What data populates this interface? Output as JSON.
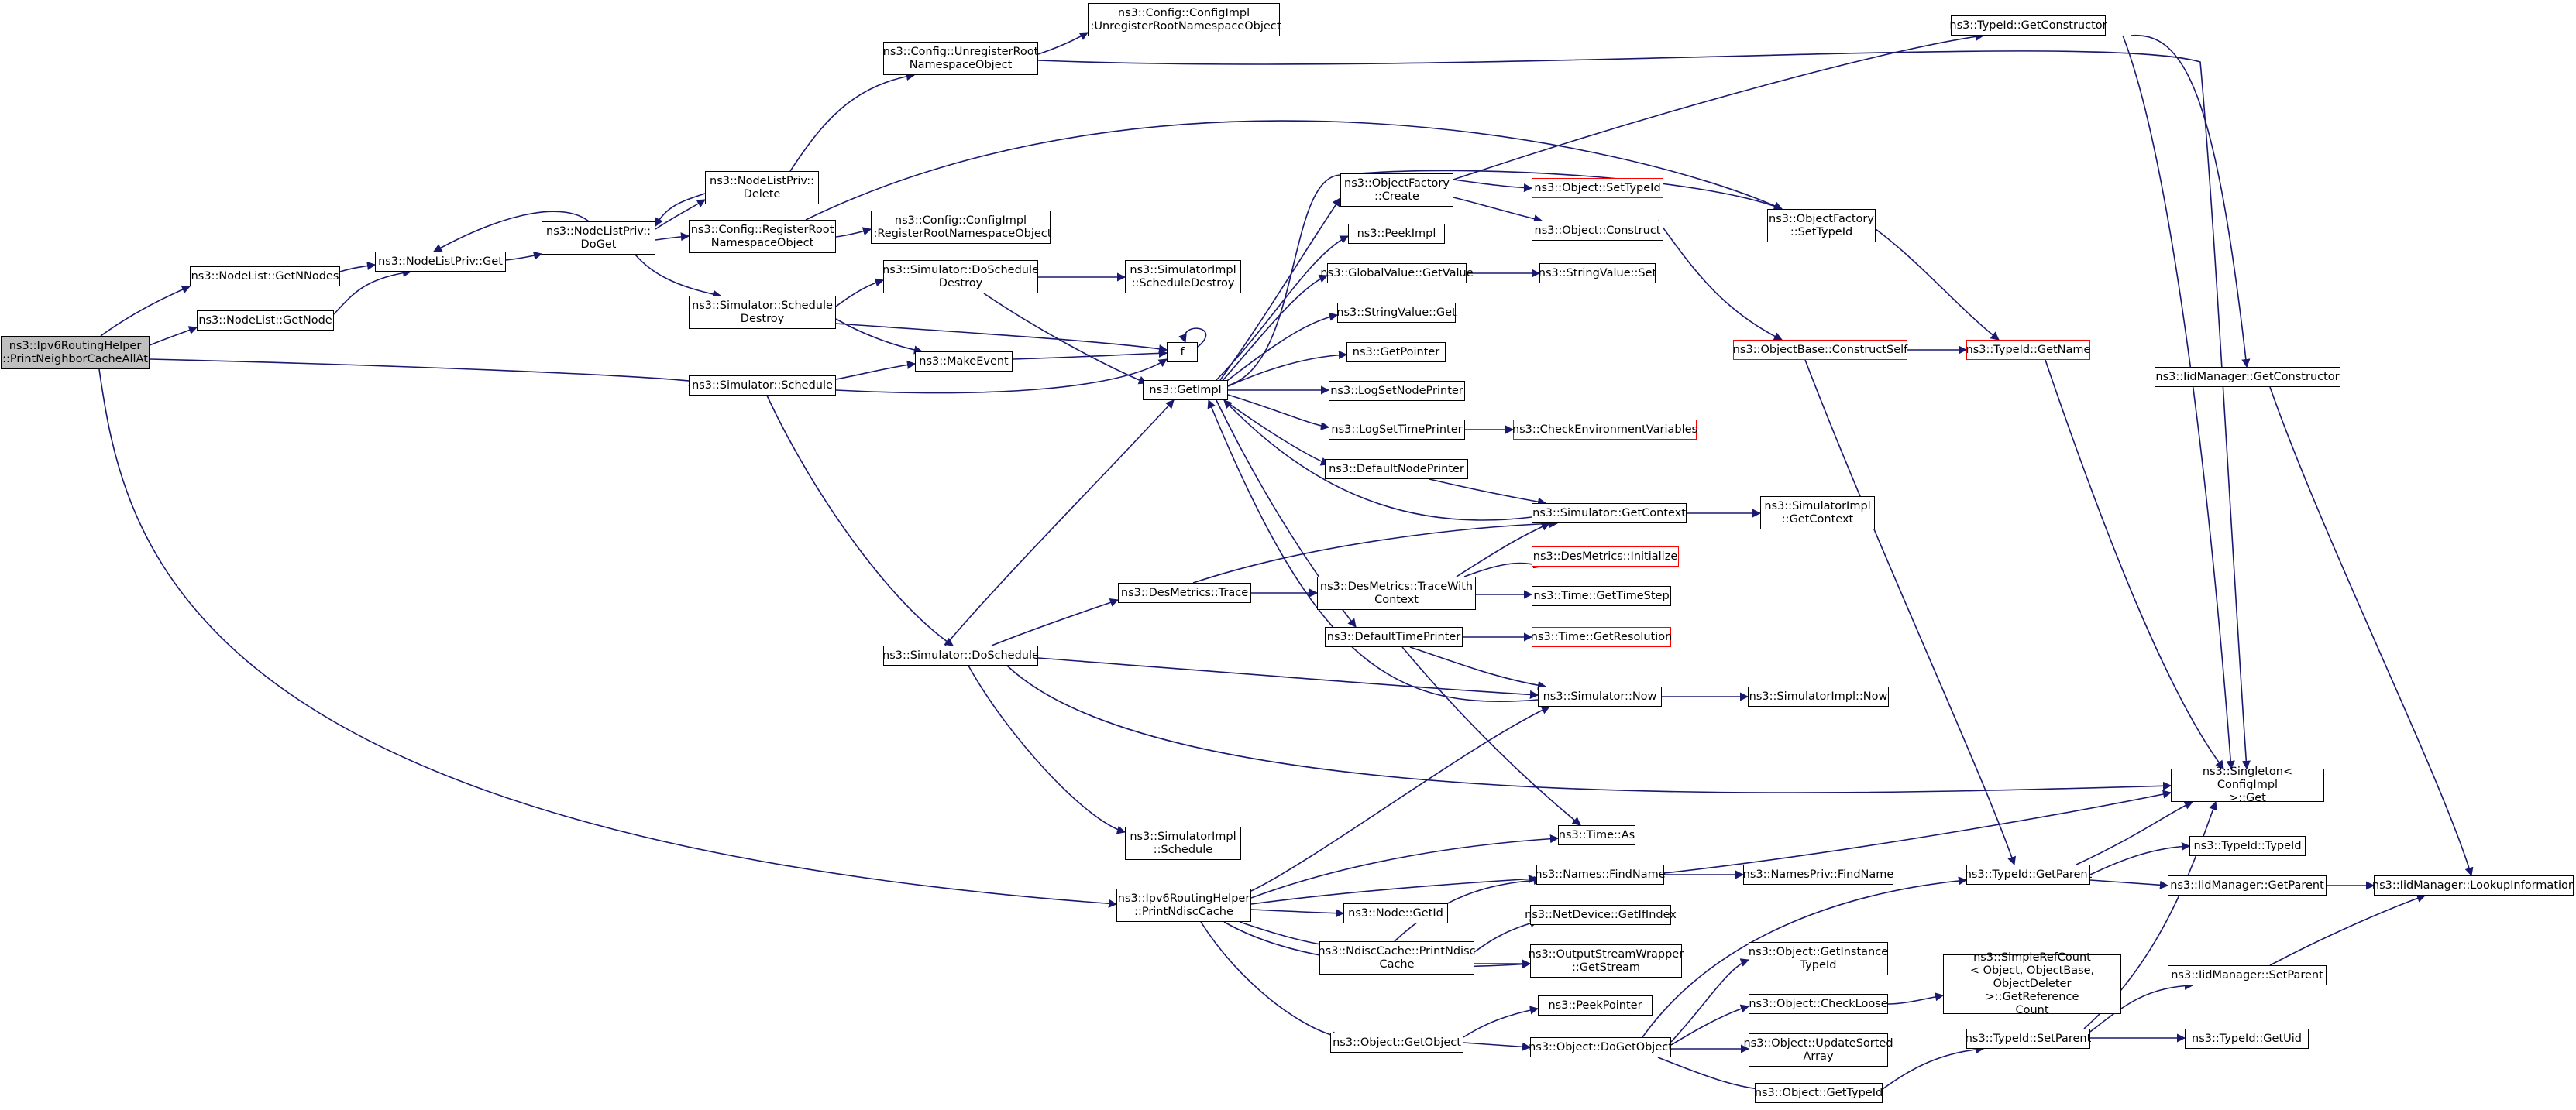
{
  "nodes": {
    "root": "ns3::Ipv6RoutingHelper\n::PrintNeighborCacheAllAt",
    "getnnodes": "ns3::NodeList::GetNNodes",
    "getnode": "ns3::NodeList::GetNode",
    "nlp_get": "ns3::NodeListPriv::Get",
    "nlp_doget": "ns3::NodeListPriv::\nDoGet",
    "nlp_delete": "ns3::NodeListPriv::\nDelete",
    "cfg_unreg": "ns3::Config::UnregisterRoot\nNamespaceObject",
    "cfgimpl_unreg": "ns3::Config::ConfigImpl\n::UnregisterRootNamespaceObject",
    "cfg_reg": "ns3::Config::RegisterRoot\nNamespaceObject",
    "cfgimpl_reg": "ns3::Config::ConfigImpl\n::RegisterRootNamespaceObject",
    "sim_schedule_destroy": "ns3::Simulator::Schedule\nDestroy",
    "sim_doschedule_destroy": "ns3::Simulator::DoSchedule\nDestroy",
    "simimpl_scheduledestroy": "ns3::SimulatorImpl\n::ScheduleDestroy",
    "makeevent": "ns3::MakeEvent",
    "f": "f",
    "sim_schedule": "ns3::Simulator::Schedule",
    "getimpl": "ns3::GetImpl",
    "objfactory_create": "ns3::ObjectFactory\n::Create",
    "obj_settypeid": "ns3::Object::SetTypeId",
    "obj_construct": "ns3::Object::Construct",
    "peekimpl": "ns3::PeekImpl",
    "globalvalue_getvalue": "ns3::GlobalValue::GetValue",
    "stringvalue_set": "ns3::StringValue::Set",
    "stringvalue_get": "ns3::StringValue::Get",
    "getpointer": "ns3::GetPointer",
    "logsetnodeprinter": "ns3::LogSetNodePrinter",
    "logsettimeprinter": "ns3::LogSetTimePrinter",
    "checkenv": "ns3::CheckEnvironmentVariables",
    "defaultnodeprinter": "ns3::DefaultNodePrinter",
    "sim_getcontext": "ns3::Simulator::GetContext",
    "simimpl_getcontext": "ns3::SimulatorImpl\n::GetContext",
    "desmetrics_trace": "ns3::DesMetrics::Trace",
    "desmetrics_tracewithcontext": "ns3::DesMetrics::TraceWith\nContext",
    "desmetrics_initialize": "ns3::DesMetrics::Initialize",
    "time_gettimestep": "ns3::Time::GetTimeStep",
    "defaulttimeprinter": "ns3::DefaultTimePrinter",
    "time_getresolution": "ns3::Time::GetResolution",
    "sim_doschedule": "ns3::Simulator::DoSchedule",
    "sim_now": "ns3::Simulator::Now",
    "simimpl_now": "ns3::SimulatorImpl::Now",
    "simimpl_schedule": "ns3::SimulatorImpl\n::Schedule",
    "time_as": "ns3::Time::As",
    "printndisccache": "ns3::Ipv6RoutingHelper\n::PrintNdiscCache",
    "names_findname": "ns3::Names::FindName",
    "namespriv_findname": "ns3::NamesPriv::FindName",
    "node_getid": "ns3::Node::GetId",
    "ndisccache_print": "ns3::NdiscCache::PrintNdisc\nCache",
    "netdevice_getifindex": "ns3::NetDevice::GetIfIndex",
    "outputstream_getstream": "ns3::OutputStreamWrapper\n::GetStream",
    "peekpointer": "ns3::PeekPointer",
    "obj_getobject": "ns3::Object::GetObject",
    "obj_dogetobject": "ns3::Object::DoGetObject",
    "obj_getinstancetypeid": "ns3::Object::GetInstance\nTypeId",
    "obj_checkloose": "ns3::Object::CheckLoose",
    "simplerefcount": "ns3::SimpleRefCount\n< Object, ObjectBase,\n ObjectDeleter >::GetReference\nCount",
    "obj_updatesorted": "ns3::Object::UpdateSorted\nArray",
    "obj_gettypeid": "ns3::Object::GetTypeId",
    "typeid_getconstructor": "ns3::TypeId::GetConstructor",
    "objfactory_settypeid": "ns3::ObjectFactory\n::SetTypeId",
    "objectbase_constructself": "ns3::ObjectBase::ConstructSelf",
    "typeid_getname": "ns3::TypeId::GetName",
    "iid_getconstructor": "ns3::IidManager::GetConstructor",
    "singleton_get": "ns3::Singleton< ConfigImpl\n >::Get",
    "typeid_getparent": "ns3::TypeId::GetParent",
    "typeid_typeid": "ns3::TypeId::TypeId",
    "iid_getparent": "ns3::IidManager::GetParent",
    "iid_lookupinformation": "ns3::IidManager::LookupInformation",
    "iid_setparent": "ns3::IidManager::SetParent",
    "typeid_setparent": "ns3::TypeId::SetParent",
    "typeid_getuid": "ns3::TypeId::GetUid"
  },
  "colors": {
    "edge": "#191970",
    "node_border": "#000000",
    "truncated_border": "#ff0000",
    "root_fill": "#bfbfbf",
    "background": "#ffffff"
  }
}
